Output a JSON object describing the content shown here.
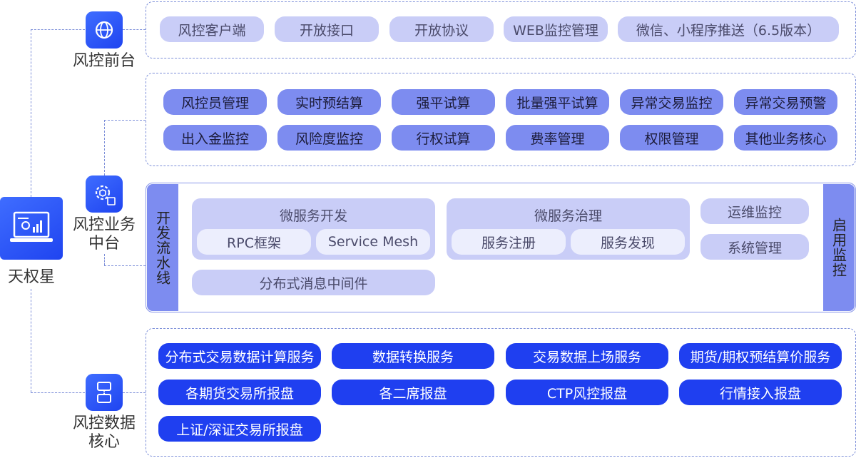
{
  "root": {
    "label": "天权星",
    "icon": "laptop-dashboard-icon"
  },
  "layers": {
    "front": {
      "label": "风控前台",
      "icon": "globe-icon",
      "items": [
        "风控客户端",
        "开放接口",
        "开放协议",
        "WEB监控管理",
        "微信、小程序推送（6.5版本）"
      ]
    },
    "middle": {
      "label_line1": "风控业务",
      "label_line2": "中台",
      "icon": "gear-cube-icon",
      "business_row1": [
        "风控员管理",
        "实时预结算",
        "强平试算",
        "批量强平试算",
        "异常交易监控",
        "异常交易预警"
      ],
      "business_row2": [
        "出入金监控",
        "风险度监控",
        "行权试算",
        "费率管理",
        "权限管理",
        "其他业务核心"
      ],
      "platform": {
        "left_bar": "开发流水线",
        "right_bar": "启用监控",
        "micro_dev": {
          "title": "微服务开发",
          "items": [
            "RPC框架",
            "Service Mesh"
          ]
        },
        "micro_gov": {
          "title": "微服务治理",
          "items": [
            "服务注册",
            "服务发现"
          ]
        },
        "ops": [
          "运维监控",
          "系统管理"
        ],
        "mq": "分布式消息中间件"
      }
    },
    "data": {
      "label_line1": "风控数据",
      "label_line2": "核心",
      "icon": "server-icon",
      "row1": [
        "分布式交易数据计算服务",
        "数据转换服务",
        "交易数据上场服务",
        "期货/期权预结算价服务"
      ],
      "row2": [
        "各期货交易所报盘",
        "各二席报盘",
        "CTP风控报盘",
        "行情接入报盘"
      ],
      "row3": [
        "上证/深证交易所报盘"
      ]
    }
  }
}
